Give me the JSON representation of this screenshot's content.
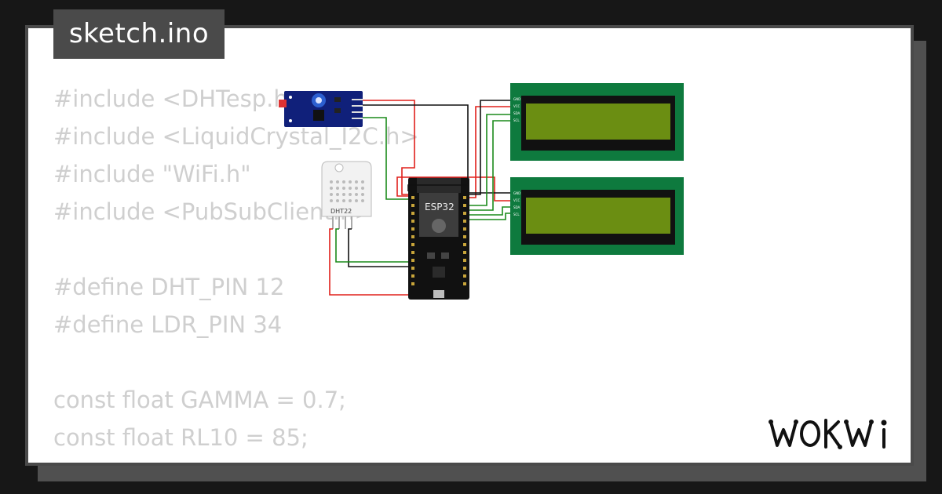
{
  "file_tab": {
    "label": "sketch.ino"
  },
  "code_lines": [
    "#include <DHTesp.h>",
    "#include <LiquidCrystal_I2C.h>",
    "#include \"WiFi.h\"",
    "#include <PubSubClient.h>",
    "",
    "#define DHT_PIN 12",
    "#define LDR_PIN 34",
    "",
    "const float GAMMA = 0.7;",
    "const float RL10 = 85;"
  ],
  "components": {
    "mcu_label": "ESP32",
    "sensor_label": "DHT22",
    "lcd_pins": [
      "GND",
      "VCC",
      "SDA",
      "SCL"
    ]
  },
  "brand": {
    "name": "WOKWI"
  },
  "colors": {
    "lcd_frame": "#0e7a3e",
    "lcd_screen": "#6b8e12",
    "wire_red": "#e0201c",
    "wire_black": "#111111",
    "wire_green": "#1a8a1a",
    "ldr_board": "#10207a"
  }
}
